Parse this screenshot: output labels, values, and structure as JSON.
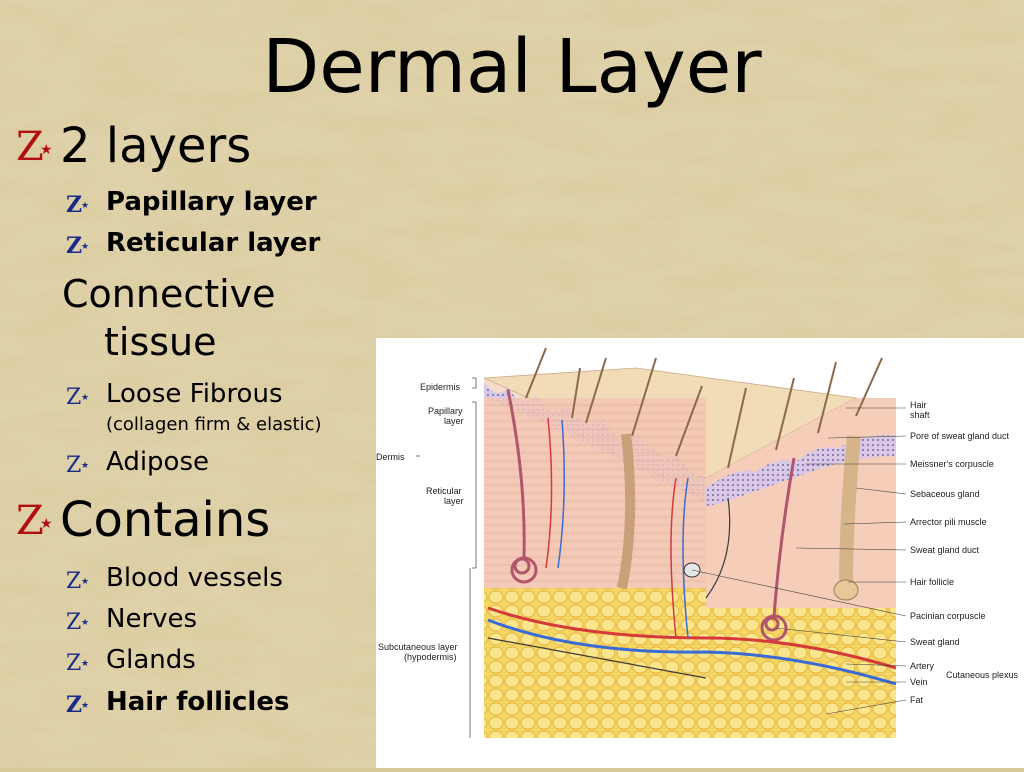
{
  "title": "Dermal Layer",
  "bullets": {
    "two_layers": "2 layers",
    "papillary": "Papillary layer",
    "reticular": "Reticular layer",
    "connective_line1": "Connective",
    "connective_line2": "tissue",
    "loose_fibrous": "Loose Fibrous",
    "loose_fibrous_note": "(collagen firm & elastic)",
    "adipose": "Adipose",
    "contains": "Contains",
    "blood_vessels": "Blood vessels",
    "nerves": "Nerves",
    "glands": "Glands",
    "hair_follicles": "Hair follicles"
  },
  "diagram": {
    "left_labels": {
      "epidermis": "Epidermis",
      "papillary_1": "Papillary",
      "papillary_2": "layer",
      "dermis": "Dermis",
      "reticular_1": "Reticular",
      "reticular_2": "layer",
      "subcutaneous_1": "Subcutaneous layer",
      "subcutaneous_2": "(hypodermis)"
    },
    "right_labels": {
      "hair_shaft_1": "Hair",
      "hair_shaft_2": "shaft",
      "pore": "Pore of sweat gland duct",
      "meissner": "Meissner's corpuscle",
      "sebaceous": "Sebaceous gland",
      "arrector": "Arrector pili muscle",
      "sweat_duct": "Sweat gland duct",
      "hair_follicle": "Hair follicle",
      "pacinian": "Pacinian corpuscle",
      "sweat_gland": "Sweat gland",
      "artery": "Artery",
      "vein": "Vein",
      "plexus": "Cutaneous plexus",
      "fat": "Fat"
    }
  },
  "colors": {
    "background": "#d9c99a",
    "bullet_red": "#b01010",
    "bullet_blue": "#1a2c8a"
  }
}
